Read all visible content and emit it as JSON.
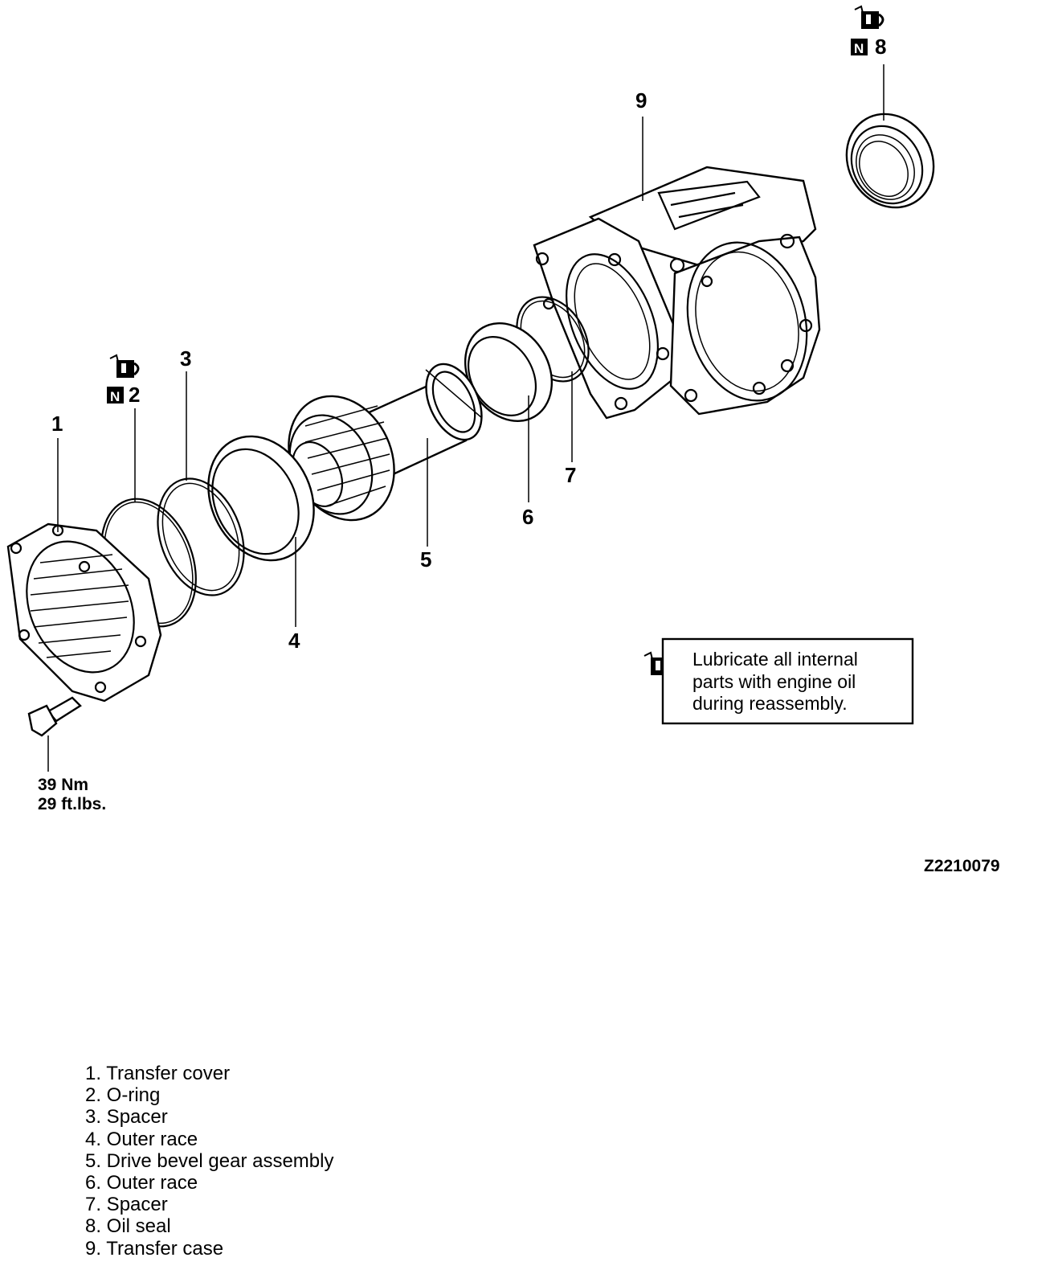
{
  "labels": {
    "callout_1": "1",
    "callout_2": "2",
    "callout_3": "3",
    "callout_4": "4",
    "callout_5": "5",
    "callout_6": "6",
    "callout_7": "7",
    "callout_8": "8",
    "callout_9": "9",
    "new_part_badge": "N"
  },
  "torque": {
    "nm": "39 Nm",
    "ftlbs": "29 ft.lbs."
  },
  "figure_code": "Z2210079",
  "note": {
    "icon": "oil-can-icon",
    "lines": [
      "Lubricate all internal",
      "parts with engine oil",
      "during reassembly."
    ]
  },
  "legend": [
    "1. Transfer cover",
    "2. O-ring",
    "3. Spacer",
    "4. Outer race",
    "5. Drive bevel gear assembly",
    "6. Outer race",
    "7. Spacer",
    "8. Oil seal",
    "9. Transfer case"
  ]
}
